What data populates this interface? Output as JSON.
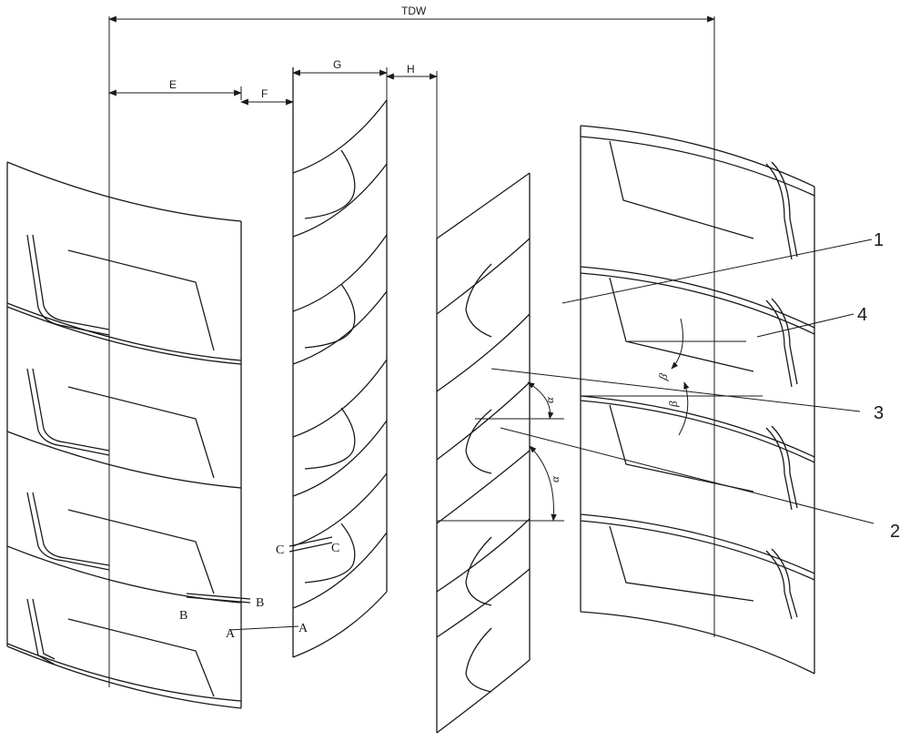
{
  "dimensions": {
    "overall": "TDW",
    "e": "E",
    "f": "F",
    "g": "G",
    "h": "H"
  },
  "section_marks": {
    "a_left": "A",
    "a_right": "A",
    "b_left": "B",
    "b_right": "B",
    "c_left": "C",
    "c_right": "C"
  },
  "callouts": {
    "one": "1",
    "two": "2",
    "three": "3",
    "four": "4"
  },
  "angles": {
    "alpha_upper": "α",
    "alpha_lower": "α",
    "beta_upper": "β",
    "beta_lower": "β"
  }
}
